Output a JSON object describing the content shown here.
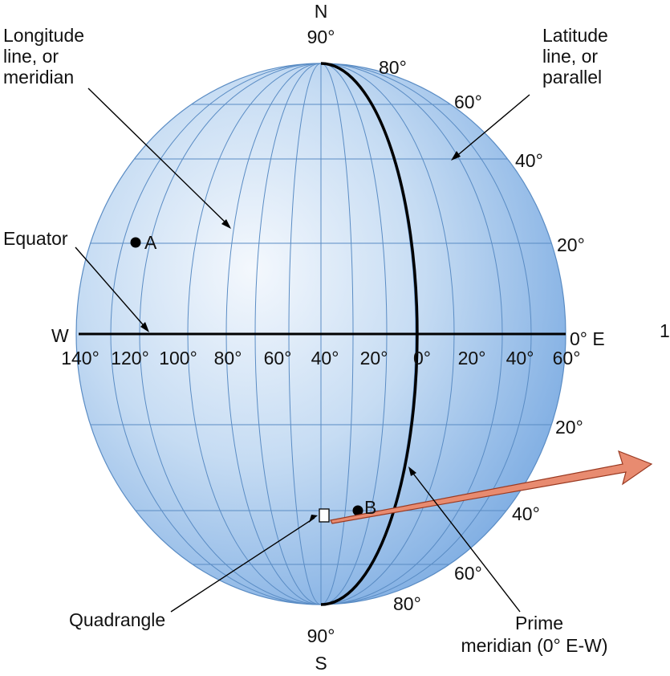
{
  "poles": {
    "north": "N",
    "north_deg": "90°",
    "south": "S",
    "south_deg": "90°"
  },
  "directions": {
    "west": "W",
    "east": "0° E",
    "edge_glyph": "1"
  },
  "callouts": {
    "longitude": [
      "Longitude",
      "line, or",
      "meridian"
    ],
    "latitude": [
      "Latitude",
      "line, or",
      "parallel"
    ],
    "equator": "Equator",
    "quadrangle": "Quadrangle",
    "prime_meridian": [
      "Prime",
      "meridian (0° E-W)"
    ]
  },
  "points": {
    "a": "A",
    "b": "B"
  },
  "longitude_ticks": [
    "140°",
    "120°",
    "100°",
    "80°",
    "60°",
    "40°",
    "20°",
    "0°",
    "20°",
    "40°",
    "60°"
  ],
  "latitude_north": [
    "80°",
    "60°",
    "40°",
    "20°"
  ],
  "latitude_south": [
    "20°",
    "40°",
    "60°",
    "80°"
  ],
  "colors": {
    "globe_light": "#f4f8fd",
    "globe_dark": "#6fa3df",
    "grid": "#5a8cc4",
    "arrow_fill": "#e88b70",
    "arrow_stroke": "#9a3a22"
  }
}
